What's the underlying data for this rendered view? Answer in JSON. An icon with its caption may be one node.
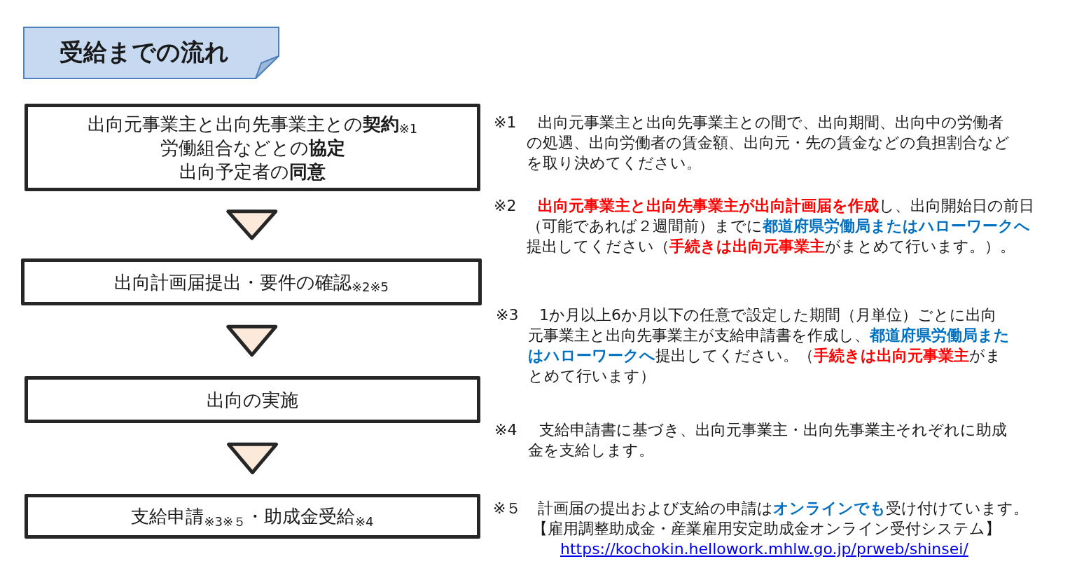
{
  "diagram": {
    "title": "受給までの流れ",
    "nodes": [
      {
        "text": [
          "出向元事業主と出向先事業主との**契約**$_{※1}$",
          "労働組合などとの**協定**",
          "出向予定者の**同意**"
        ]
      },
      {
        "text": [
          "出向計画届提出・要件の確認$_{※2※5}$"
        ]
      },
      {
        "text": [
          "出向の実施"
        ]
      },
      {
        "text": [
          "支給申請$_{※3※５}$・助成金受給$_{※4}$"
        ]
      }
    ],
    "edges": [
      {
        "from": 0,
        "to": 1,
        "arrow": "to"
      },
      {
        "from": 1,
        "to": 2,
        "arrow": "to"
      },
      {
        "from": 2,
        "to": 3,
        "arrow": "to"
      }
    ],
    "labels": [
      "※1",
      "出向元事業主と出向先事業主との間で、出向期間、出向中の労働者の処遇、出向労働者の賃金額、出向元・先の賃金などの負担割合などを取り決めてください。",
      "※2",
      "**出向元事業主と出向先事業主が出向計画届を作成**し、出向開始日の前日（可能であれば２週間前）までに**都道府県労働局またはハローワークへ**提出してください（**手続きは出向元事業主**がまとめて行います。）。",
      "※3",
      "1か月以上6か月以下の任意で設定した期間（月単位）ごとに出向元事業主と出向先事業主が支給申請書を作成し、**都道府県労働局またはハローワークへ**提出してください。（**手続きは出向元事業主**がまとめて行います）",
      "※4",
      "支給申請書に基づき、出向元事業主・出向先事業主それぞれに助成金を支給します。",
      "※５",
      "計画届の提出および支給の申請は**オンラインでも**受け付けています。",
      "【雇用調整助成金・産業雇用安定助成金オンライン受付システム】",
      "https://kochokin.hellowork.mhlw.go.jp/prweb/shinsei/"
    ]
  }
}
